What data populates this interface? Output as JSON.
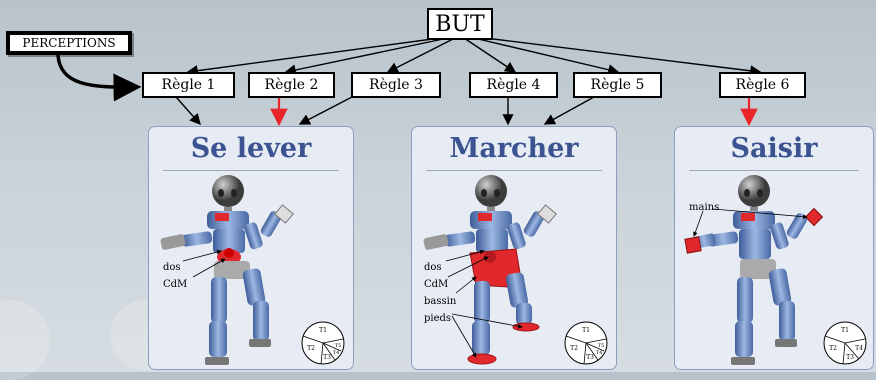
{
  "goal": "BUT",
  "perceptions": "PERCEPTIONS",
  "rules": [
    "Règle 1",
    "Règle 2",
    "Règle 3",
    "Règle 4",
    "Règle 5",
    "Règle 6"
  ],
  "tasks": [
    {
      "title": "Se lever",
      "labels": [
        "dos",
        "CdM"
      ],
      "pie": [
        "T1",
        "T2",
        "T3",
        "T4",
        "T5"
      ]
    },
    {
      "title": "Marcher",
      "labels": [
        "dos",
        "CdM",
        "bassin",
        "pieds"
      ],
      "pie": [
        "T1",
        "T2",
        "T3",
        "T4",
        "T5"
      ]
    },
    {
      "title": "Saisir",
      "labels": [
        "mains"
      ],
      "pie": [
        "T1",
        "T2",
        "T3",
        "T4"
      ]
    }
  ],
  "colors": {
    "active_arrow": "#e8262a",
    "highlight": "#d9252b",
    "title": "#3b5391",
    "robot_blue": "#6e8fc7"
  }
}
